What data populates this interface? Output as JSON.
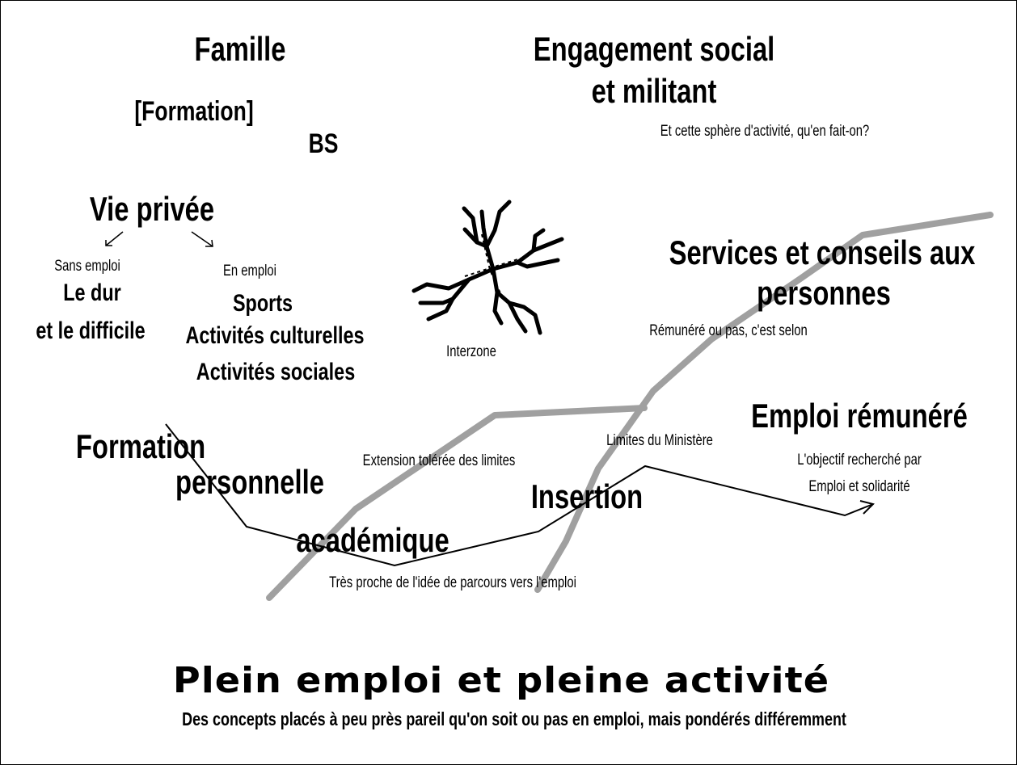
{
  "labels": {
    "famille": "Famille",
    "formation_bracket": "[Formation]",
    "bs": "BS",
    "engagement_line1": "Engagement social",
    "engagement_line2": "et militant",
    "engagement_note": "Et cette sphère d'activité, qu'en fait-on?",
    "vie_privee": "Vie privée",
    "sans_emploi": "Sans emploi",
    "le_dur": "Le dur",
    "et_le_difficile": "et le difficile",
    "en_emploi": "En emploi",
    "sports": "Sports",
    "activites_culturelles": "Activités culturelles",
    "activites_sociales": "Activités sociales",
    "interzone": "Interzone",
    "services_line1": "Services et conseils aux",
    "services_line2": "personnes",
    "services_note": "Rémunéré ou pas, c'est selon",
    "emploi_remunere": "Emploi rémunéré",
    "objectif_line1": "L'objectif recherché par",
    "objectif_line2": "Emploi et solidarité",
    "limites_ministere": "Limites du Ministère",
    "extension": "Extension tolérée des limites",
    "formation": "Formation",
    "personnelle": "personnelle",
    "academique": "académique",
    "insertion": "Insertion",
    "tres_proche": "Très proche de l'idée de parcours vers l'emploi"
  },
  "footer": {
    "title": "Plein emploi et pleine activité",
    "subtitle": "Des concepts placés à peu près pareil qu'on soit ou pas en emploi, mais pondérés différemment"
  },
  "colors": {
    "boundary": "#a0a0a0",
    "path": "#000000",
    "text": "#000000"
  }
}
